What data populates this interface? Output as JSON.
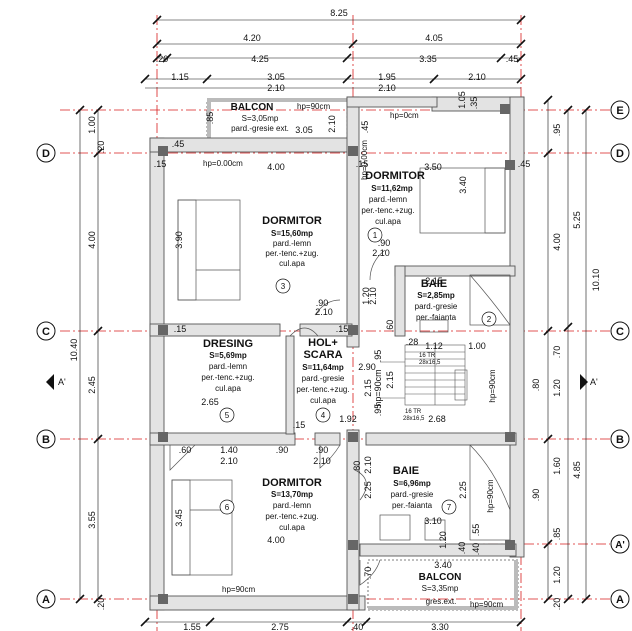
{
  "colors": {
    "wall_fill": "#e3e3e3",
    "wall_stroke": "#555555",
    "axis_line": "#d81e1e",
    "dimension": "#111111",
    "column_fill": "#666666"
  },
  "dimensions": {
    "top_total": "8.25",
    "top_row2": [
      "4.20",
      "4.05"
    ],
    "top_row3": [
      ".20",
      "4.25",
      "3.35",
      ".45"
    ],
    "top_row4": [
      "1.15",
      "3.05",
      "1.95",
      "2.10"
    ],
    "top_row5": [
      "2.10",
      "2.10"
    ],
    "left_outer": "10.40",
    "left_inner": [
      "1.00",
      "4.00",
      "2.45",
      "3.55"
    ],
    "left_small": [
      ".20",
      ".20"
    ],
    "right_total": "10.10",
    "right_inner": [
      "5.25",
      "4.85"
    ],
    "right_small": [
      ".95",
      "4.00",
      "1.20",
      "1.60",
      "1.20",
      ".85",
      ".20",
      ".70"
    ],
    "bottom_row": [
      "1.55",
      "2.75",
      ".40",
      "3.30"
    ],
    "interior": [
      "4.00",
      "3.50",
      "3.40",
      "3.90",
      "2.10",
      ".90",
      "2.10",
      ".90",
      "1.20",
      "2.10",
      "2.15",
      ".60",
      "1.12",
      ".28",
      "1.00",
      "2.90",
      "2.15",
      "2.65",
      "1.92",
      "2.68",
      "1.40",
      "2.10",
      ".90",
      ".90",
      "2.10",
      ".60",
      "2.25",
      ".80",
      "2.10",
      "2.25",
      "3.10",
      "4.00",
      "3.45",
      "3.40",
      "3.05",
      "2.10",
      ".85",
      "1.20",
      ".40",
      ".70",
      ".45",
      ".15",
      ".15",
      ".15",
      ".15",
      ".15",
      ".80",
      ".90",
      ".55",
      ".40",
      ".45",
      "2.15",
      ".95",
      ".95",
      "1.05",
      ".35",
      ".45",
      "hp=90cm"
    ]
  },
  "axes": {
    "rows": [
      "E",
      "D",
      "C",
      "B",
      "A'",
      "A"
    ],
    "section_marks": [
      "A'",
      "A'"
    ]
  },
  "rooms": [
    {
      "name": "DORMITOR",
      "area": "S=15,60mp",
      "lines": [
        "pard.-lemn",
        "per.-tenc.+zug.",
        "cul.apa"
      ],
      "number": "3"
    },
    {
      "name": "DORMITOR",
      "area": "S=11,62mp",
      "lines": [
        "pard.-lemn",
        "per.-tenc.+zug.",
        "cul.apa"
      ],
      "number": "1"
    },
    {
      "name": "BAIE",
      "area": "S=2,85mp",
      "lines": [
        "pard.-gresie",
        "per.-faianta"
      ],
      "number": "2"
    },
    {
      "name": "DRESING",
      "area": "S=5,69mp",
      "lines": [
        "pard.-lemn",
        "per.-tenc.+zug.",
        "cul.apa"
      ],
      "number": "5"
    },
    {
      "name": "HOL+",
      "name2": "SCARA",
      "area": "S=11,64mp",
      "lines": [
        "pard.-gresie",
        "per.-tenc.+zug.",
        "cul.apa"
      ],
      "number": "4"
    },
    {
      "name": "DORMITOR",
      "area": "S=13,70mp",
      "lines": [
        "pard.-lemn",
        "per.-tenc.+zug.",
        "cul.apa"
      ],
      "number": "6"
    },
    {
      "name": "BAIE",
      "area": "S=6,96mp",
      "lines": [
        "pard.-gresie",
        "per.-faianta"
      ],
      "number": "7"
    }
  ],
  "balconies": [
    {
      "name": "BALCON",
      "area": "S=3,05mp",
      "finish": "pard.-gresie ext."
    },
    {
      "name": "BALCON",
      "area": "S=3,35mp",
      "finish": "gres.ext."
    }
  ],
  "heights": [
    "hp=90cm",
    "hp=0cm",
    "hp=0.00cm",
    "hp=0.00cm",
    "hp=90cm",
    "hp=90cm",
    "hp=90cm",
    "hp=90cm"
  ],
  "stair": {
    "top": "16 TR",
    "top2": "28x16,5",
    "bottom": "16 TR",
    "bottom2": "28x16,5",
    "level": "+2.90"
  }
}
